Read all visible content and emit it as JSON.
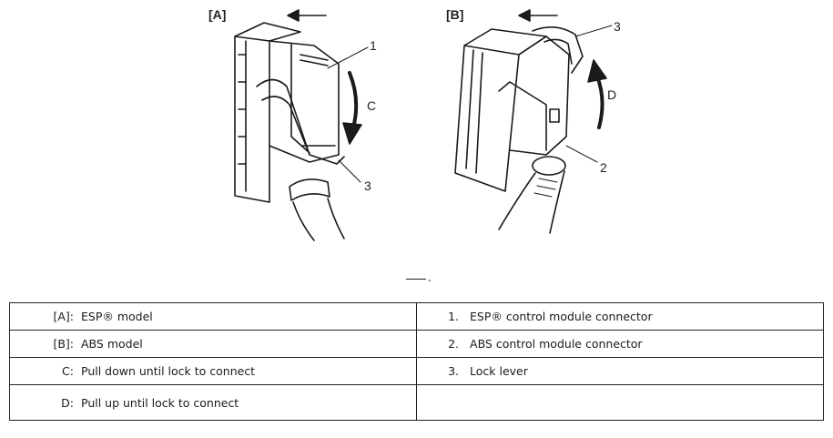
{
  "figure": {
    "panel_a_label": "[A]",
    "panel_b_label": "[B]",
    "callouts_a": {
      "c1": "1",
      "c3": "3",
      "letter": "C"
    },
    "callouts_b": {
      "c3": "3",
      "c2": "2",
      "letter": "D"
    }
  },
  "legend": {
    "rows": [
      {
        "lkey": "[A]:",
        "ltext": "ESP® model",
        "rkey": "1.",
        "rtext": "ESP® control module connector"
      },
      {
        "lkey": "[B]:",
        "ltext": "ABS model",
        "rkey": "2.",
        "rtext": "ABS control module connector"
      },
      {
        "lkey": "C:",
        "ltext": "Pull down until lock to connect",
        "rkey": "3.",
        "rtext": "Lock lever"
      },
      {
        "lkey": "D:",
        "ltext": "Pull up until lock to connect",
        "rkey": "",
        "rtext": ""
      }
    ]
  }
}
